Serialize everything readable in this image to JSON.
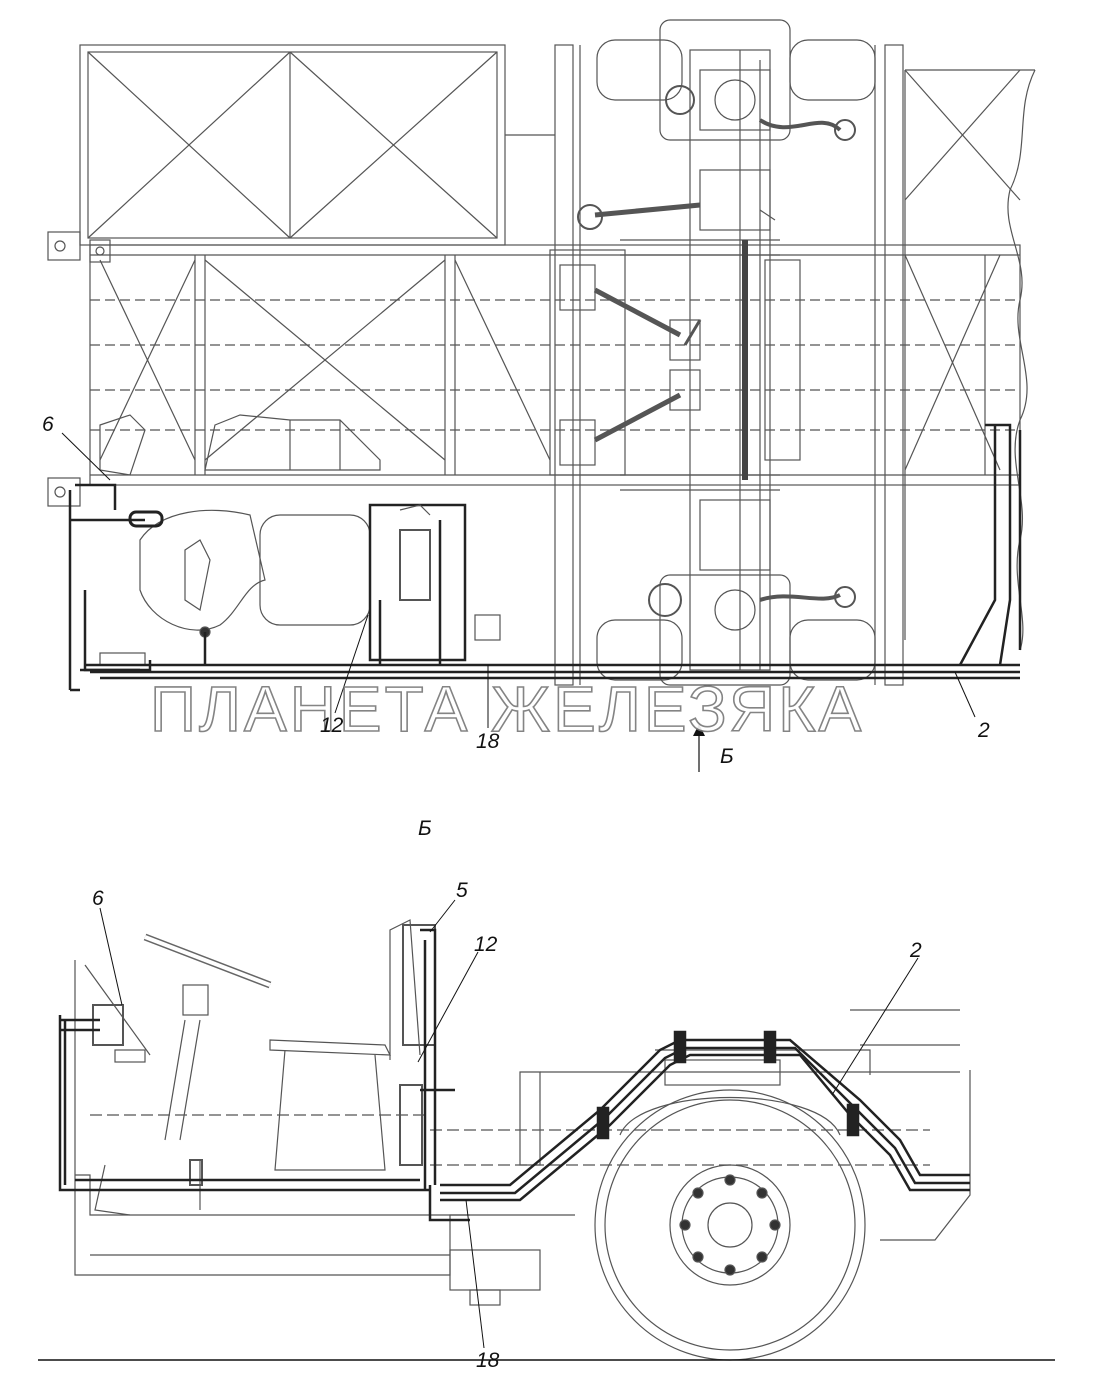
{
  "watermark": "ПЛАНЕТА ЖЕЛЕЗЯКА",
  "view_label": "Б",
  "top_view": {
    "callouts": {
      "c6": "6",
      "c12": "12",
      "c18": "18",
      "c2": "2",
      "arrow_label": "Б"
    }
  },
  "side_view": {
    "callouts": {
      "c6": "6",
      "c5": "5",
      "c12": "12",
      "c2": "2",
      "c18": "18"
    }
  }
}
